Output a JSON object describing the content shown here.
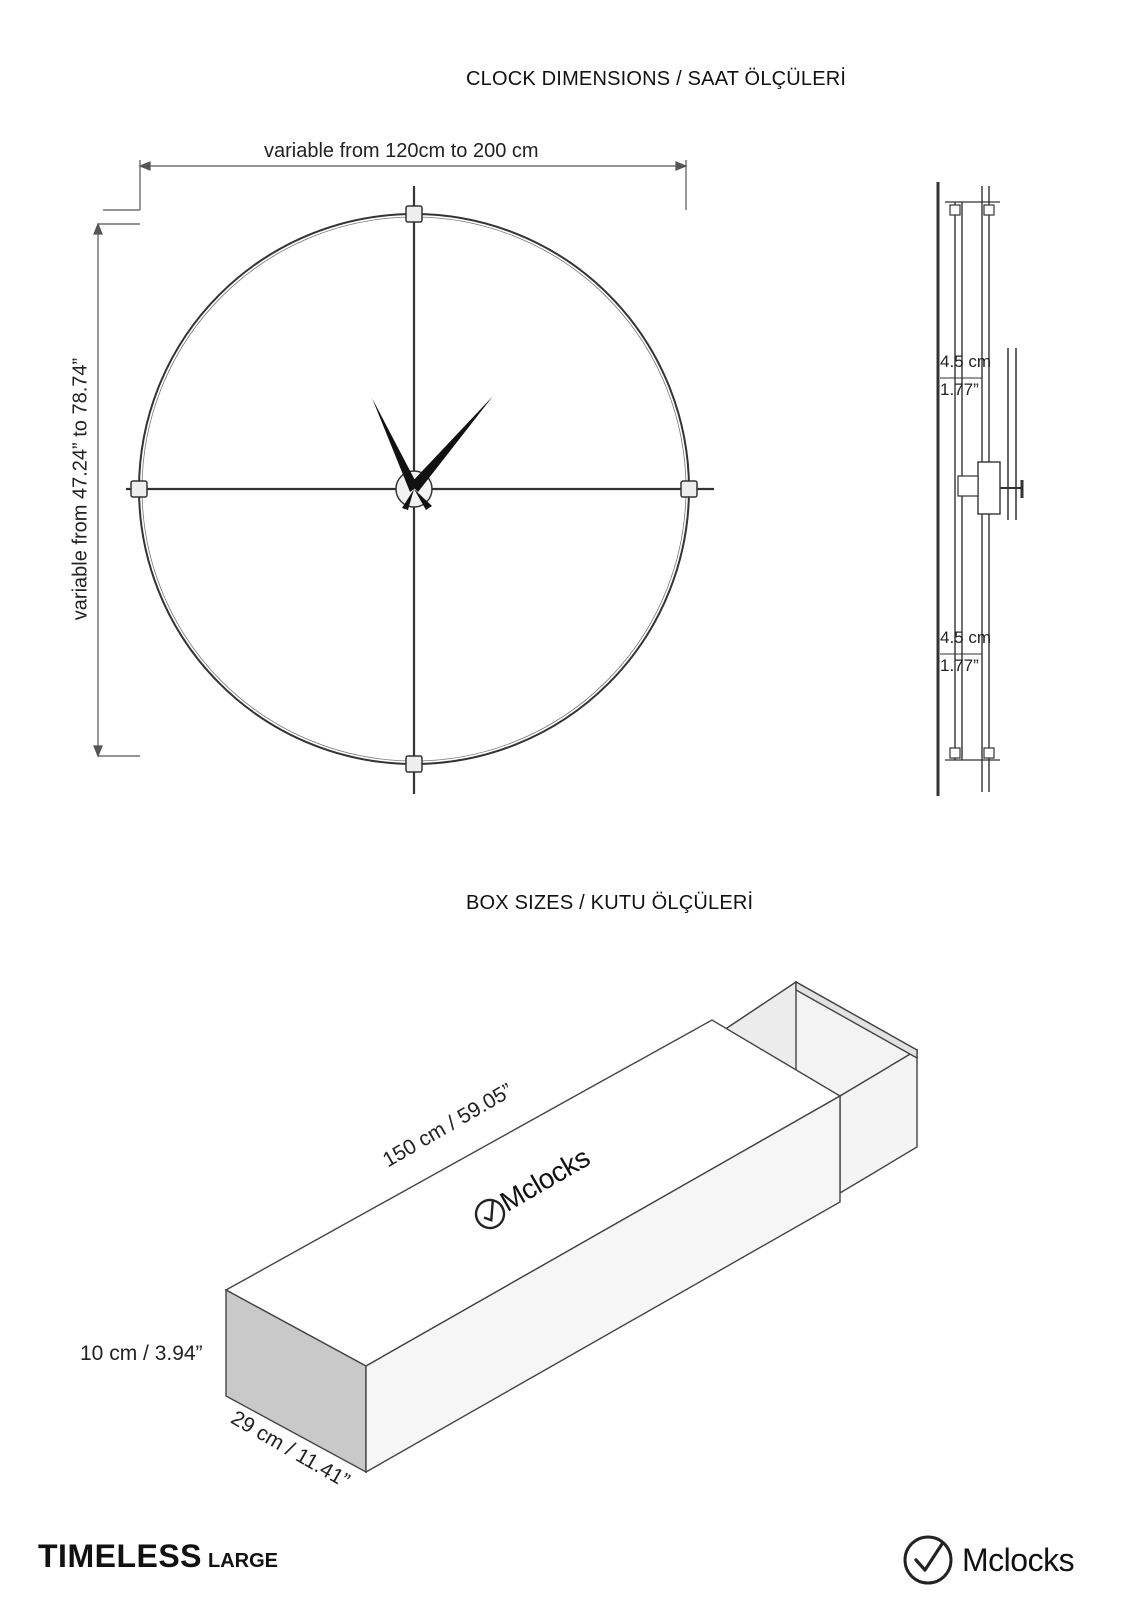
{
  "clock_section": {
    "title": "CLOCK DIMENSIONS / SAAT ÖLÇÜLERİ",
    "width_label": "variable from 120cm to 200 cm",
    "height_label": "variable from 47.24”  to 78.74”",
    "side_top_cm": "4.5 cm",
    "side_top_in": "1.77”",
    "side_bottom_cm": "4.5 cm",
    "side_bottom_in": "1.77”"
  },
  "box_section": {
    "title": "BOX SIZES / KUTU ÖLÇÜLERİ",
    "length_label": "150 cm / 59.05”",
    "height_label": "10 cm / 3.94”",
    "depth_label": "29 cm / 11.41”",
    "box_logo_text": "Mclocks"
  },
  "footer": {
    "product_name": "TIMELESS",
    "product_size": "LARGE",
    "brand_name": "Mclocks"
  }
}
